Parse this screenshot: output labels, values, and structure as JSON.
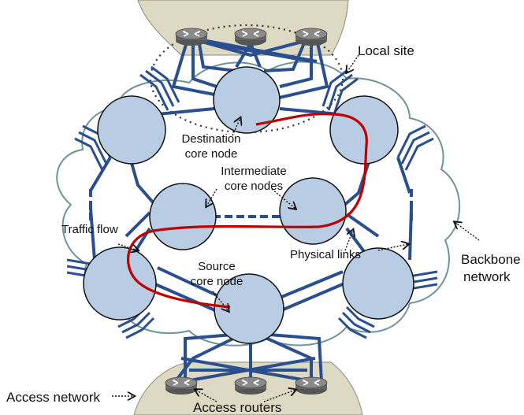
{
  "labels": {
    "local_site": "Local site",
    "destination_line1": "Destination",
    "destination_line2": "core node",
    "intermediate_line1": "Intermediate",
    "intermediate_line2": "core nodes",
    "traffic_flow": "Traffic flow",
    "physical_links": "Physical links",
    "source_line1": "Source",
    "source_line2": "core node",
    "backbone_line1": "Backbone",
    "backbone_line2": "network",
    "access_network": "Access network",
    "access_routers": "Access routers"
  },
  "colors": {
    "node_fill": "#b8cce4",
    "node_stroke": "#111111",
    "link": "#2a4f8f",
    "traffic_path": "#c00000",
    "cloud_stroke": "#6e9496",
    "access_area": "#ddd9c3",
    "router": "#707070"
  }
}
